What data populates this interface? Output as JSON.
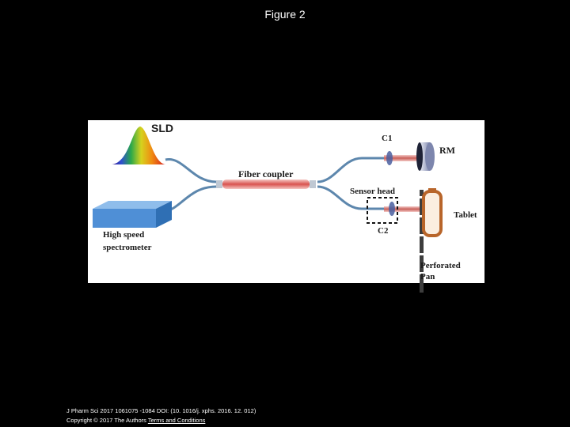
{
  "slide": {
    "title": "Figure 2"
  },
  "diagram": {
    "labels": {
      "source": "SLD",
      "coupler": "Fiber coupler",
      "spectrometer_line1": "High speed",
      "spectrometer_line2": "spectrometer",
      "collimator_ref": "C1",
      "reference_mirror": "RM",
      "sensor_head": "Sensor head",
      "collimator_sample": "C2",
      "tablet": "Tablet",
      "pan_line1": "Perforated",
      "pan_line2": "Pan"
    },
    "colors": {
      "fiber": "#5d87ad",
      "coupler": "#d9534f",
      "spectrometer": "#4f8fd6",
      "pan": "#3d3d3d",
      "tablet": "#b8652a",
      "lens": "#4a5fa0"
    }
  },
  "footer": {
    "citation": "J Pharm Sci 2017 1061075 -1084 DOI: (10. 1016/j. xphs. 2016. 12. 012)",
    "copyright": "Copyright © 2017 The Authors",
    "terms_link": "Terms and Conditions"
  }
}
